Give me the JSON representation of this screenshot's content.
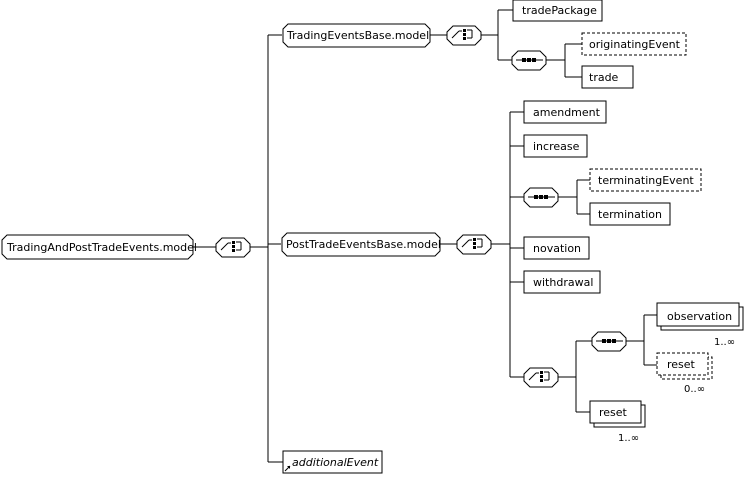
{
  "root": {
    "label": "TradingAndPostTradeEvents.model"
  },
  "groups": {
    "trading": {
      "label": "TradingEventsBase.model"
    },
    "posttrade": {
      "label": "PostTradeEventsBase.model"
    }
  },
  "elements": {
    "tradePackage": "tradePackage",
    "originatingEvent": "originatingEvent",
    "trade": "trade",
    "amendment": "amendment",
    "increase": "increase",
    "terminatingEvent": "terminatingEvent",
    "termination": "termination",
    "novation": "novation",
    "withdrawal": "withdrawal",
    "observation": "observation",
    "reset_optional": "reset",
    "reset": "reset",
    "additionalEvent": "additionalEvent"
  },
  "cardinalities": {
    "observation": "1..∞",
    "reset_optional": "0..∞",
    "reset": "1..∞"
  },
  "compositors": {
    "choice_icon": "choice-compositor-icon",
    "sequence_icon": "sequence-compositor-icon"
  }
}
